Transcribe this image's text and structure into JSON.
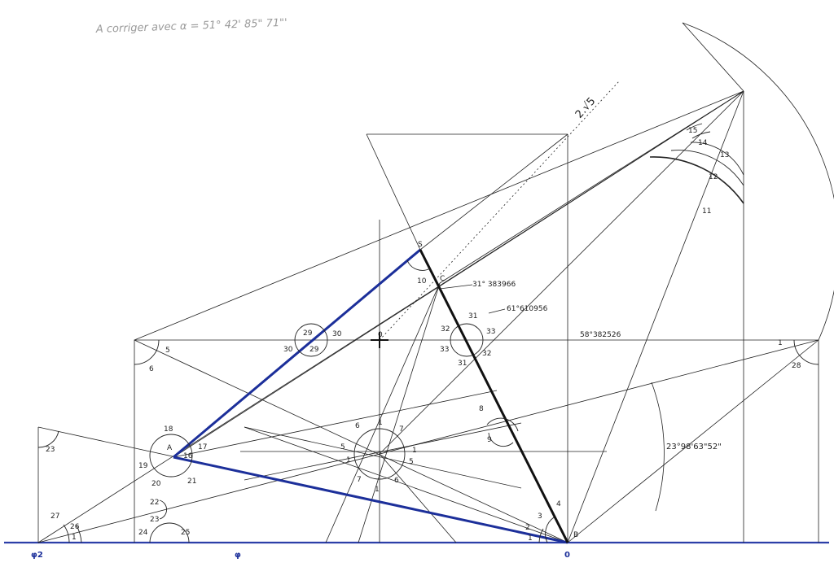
{
  "note": "A corriger avec α = 51° 42' 85\" 71\"'",
  "sqrt_label": "2.√5",
  "angle_labels": {
    "a1": "31° 383966",
    "a2": "61°610956",
    "a3": "58°382526",
    "a4": "23°98'63\"52\""
  },
  "points": {
    "S": "S",
    "C": "C",
    "A": "A",
    "B": "B",
    "O_center": "0"
  },
  "base_labels": {
    "phi2": "φ2",
    "phi": "φ",
    "zero": "0"
  },
  "numbers": {
    "n1": "1",
    "n2": "2",
    "n3": "3",
    "n4": "4",
    "n5": "5",
    "n6": "6",
    "n7": "7",
    "n8": "8",
    "n9": "9",
    "n10": "10",
    "n11": "11",
    "n12": "12",
    "n13": "13",
    "n14": "14",
    "n15": "15",
    "n16": "16",
    "n17": "17",
    "n18": "18",
    "n19": "19",
    "n20": "20",
    "n21": "21",
    "n22": "22",
    "n23": "23",
    "n24": "24",
    "n25": "25",
    "n26": "26",
    "n27": "27",
    "n28": "28",
    "n29": "29",
    "n30": "30",
    "n31": "31",
    "n32": "32",
    "n33": "33"
  }
}
